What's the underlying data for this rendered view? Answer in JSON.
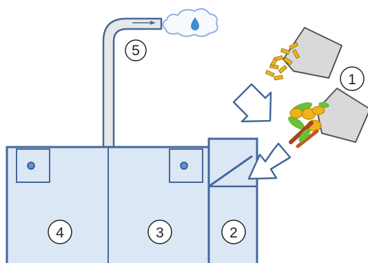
{
  "labels": {
    "one": "1",
    "two": "2",
    "three": "3",
    "four": "4",
    "five": "5"
  },
  "colors": {
    "outline": "#44679a",
    "tank_fill": "#dbe7f5",
    "pipe_fill": "#e8e8e8",
    "arrow_outline": "#44679a",
    "bucket_fill": "#d9d9d9",
    "bucket_outline": "#555555",
    "pellet": "#e8b424",
    "water_drop": "#3f8fd0",
    "cloud_outline": "#8fb1dc"
  },
  "icons": {
    "bucket": "bucket-icon",
    "pellets": "pellets-icon",
    "vegetables": "vegetables-icon",
    "cloud": "cloud-icon",
    "drop": "water-drop-icon"
  }
}
